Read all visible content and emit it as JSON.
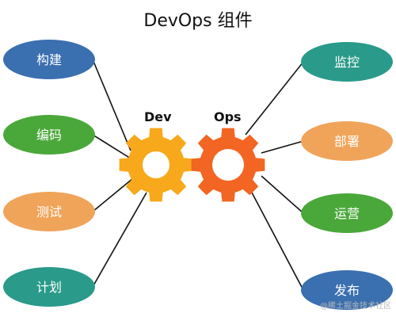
{
  "title": "DevOps 组件",
  "dev": {
    "label": "Dev",
    "items": [
      "构建",
      "编码",
      "测试",
      "计划"
    ],
    "colors": [
      "#3a6fb0",
      "#4aa83a",
      "#f0a45a",
      "#2a9a8a"
    ]
  },
  "ops": {
    "label": "Ops",
    "items": [
      "监控",
      "部署",
      "运营",
      "发布"
    ],
    "colors": [
      "#2a9a8a",
      "#f0a45a",
      "#4aa83a",
      "#3a6fb0"
    ]
  },
  "watermark": "@稀土掘金技术社区",
  "colors": {
    "gear_dev": "#f7a81b",
    "gear_ops": "#f26522",
    "line": "#111111"
  }
}
